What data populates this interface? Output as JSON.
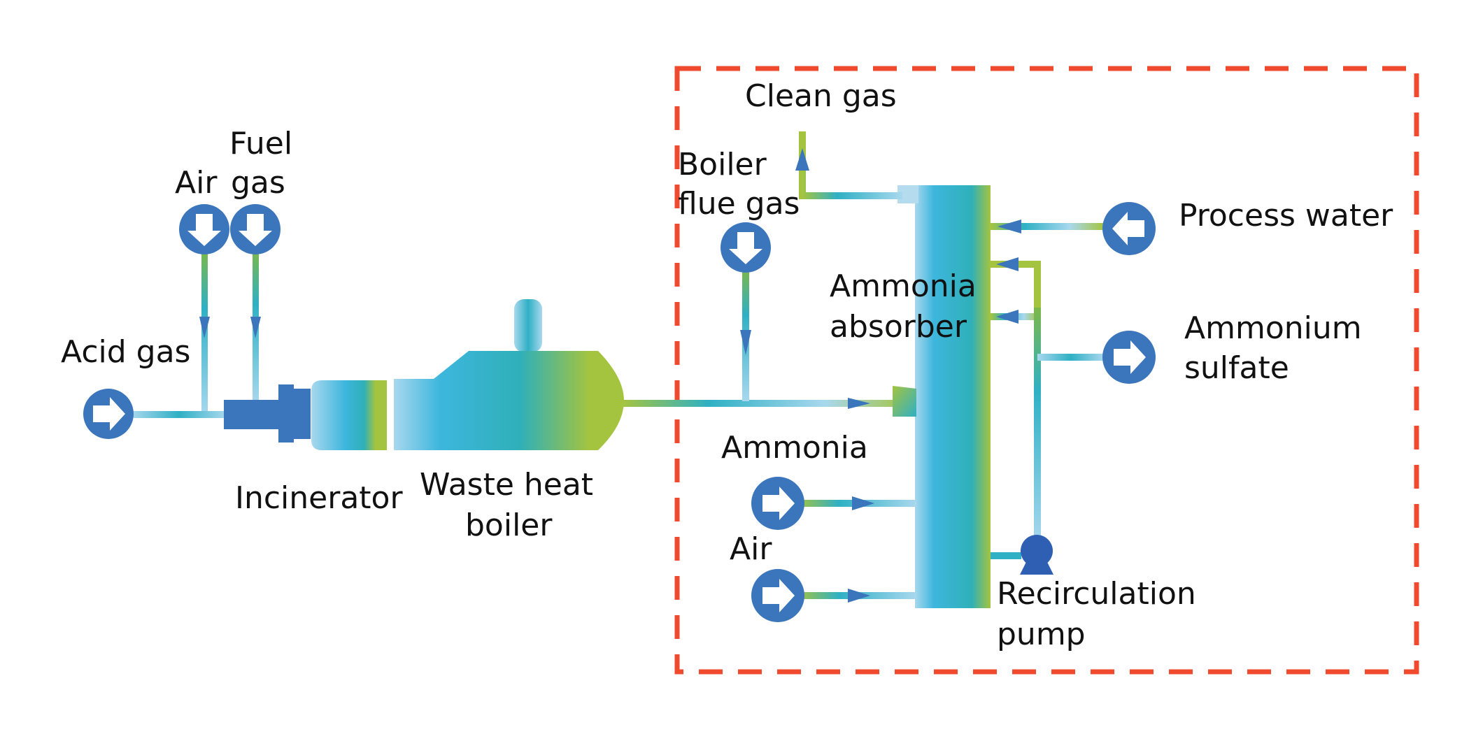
{
  "labels": {
    "acid_gas": "Acid gas",
    "air_inlet": "Air",
    "fuel_gas_line1": "Fuel",
    "fuel_gas_line2": "gas",
    "incinerator": "Incinerator",
    "waste_heat_boiler_line1": "Waste heat",
    "waste_heat_boiler_line2": "boiler",
    "clean_gas": "Clean gas",
    "boiler_flue_gas_line1": "Boiler",
    "boiler_flue_gas_line2": "flue gas",
    "ammonia_absorber_line1": "Ammonia",
    "ammonia_absorber_line2": "absorber",
    "process_water": "Process water",
    "ammonium_sulfate_line1": "Ammonium",
    "ammonium_sulfate_line2": "sulfate",
    "ammonia": "Ammonia",
    "air_absorber": "Air",
    "recirculation_pump_line1": "Recirculation",
    "recirculation_pump_line2": "pump"
  },
  "colors": {
    "boundary": "#ef4a2e",
    "icon_blue": "#3b76bc",
    "pipe_light": "#9fd2ea",
    "pipe_teal": "#2fb0c4",
    "pipe_green": "#a4c43f",
    "pump": "#2f5fb3",
    "text": "#111111"
  },
  "icons": {
    "acid_gas_inlet": "arrow-right-circle-icon",
    "air_inlet": "arrow-down-circle-icon",
    "fuel_gas_inlet": "arrow-down-circle-icon",
    "boiler_flue_gas_inlet": "arrow-down-circle-icon",
    "process_water_inlet": "arrow-left-circle-icon",
    "ammonium_sulfate_outlet": "arrow-right-circle-icon",
    "ammonia_inlet": "arrow-right-circle-icon",
    "air_absorber_inlet": "arrow-right-circle-icon",
    "recirculation_pump": "pump-icon"
  }
}
